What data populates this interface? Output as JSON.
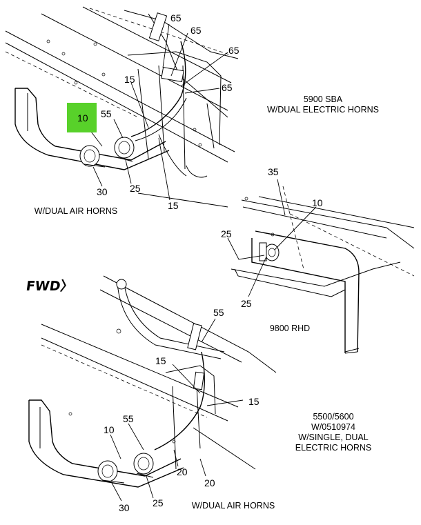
{
  "highlight_color": "#58d12a",
  "captions": {
    "top_right": [
      "5900 SBA",
      "W/DUAL ELECTRIC HORNS"
    ],
    "top_left": [
      "W/DUAL AIR HORNS"
    ],
    "rhd": [
      "9800 RHD"
    ],
    "bottom_right": [
      "5500/5600",
      "W/0510974",
      "W/SINGLE, DUAL",
      "ELECTRIC HORNS"
    ],
    "bottom_left": [
      "W/DUAL AIR HORNS"
    ]
  },
  "fwd_label": "FWD",
  "callouts": {
    "top": [
      "65",
      "65",
      "65",
      "65",
      "15",
      "10",
      "55",
      "30",
      "25",
      "15"
    ],
    "rhd": [
      "35",
      "10",
      "25",
      "25"
    ],
    "bottom": [
      "55",
      "15",
      "15",
      "55",
      "10",
      "20",
      "20",
      "30",
      "25"
    ]
  }
}
